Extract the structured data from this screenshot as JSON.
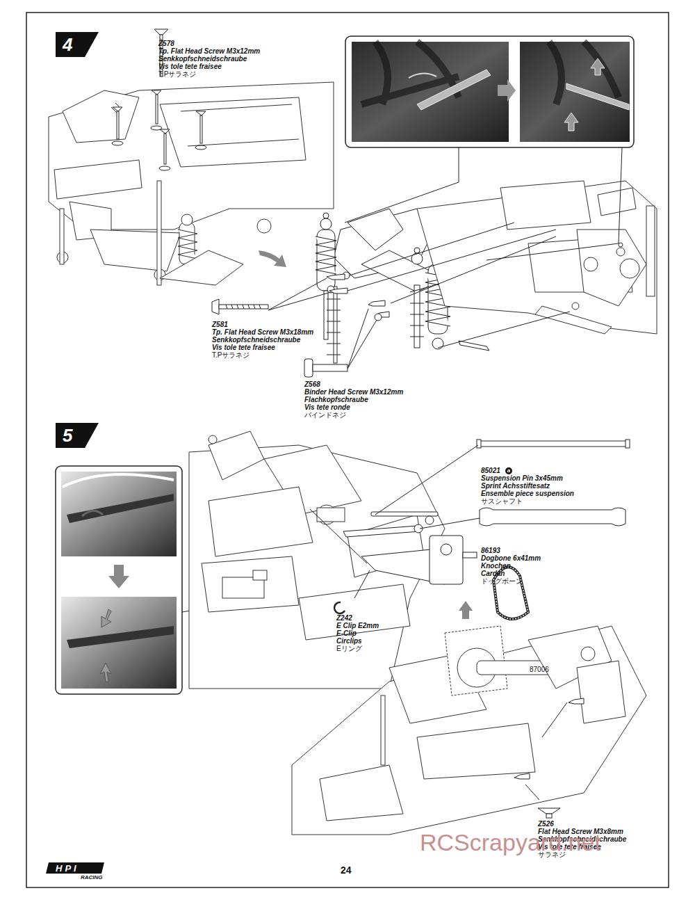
{
  "diagram": {
    "nodes": [
      {
        "text": [
          "4"
        ]
      },
      {
        "text": [
          "5"
        ]
      }
    ],
    "labels": [
      "Z578",
      "Tp. Flat Head Screw M3x12mm",
      "Senkkopfschneidschraube",
      "Vis tole tete fraisee",
      "T.Pサラネジ",
      "Z581",
      "Tp. Flat Head Screw M3x18mm",
      "Senkkopfschneidschraube",
      "Vis tole tete fraisee",
      "T.Pサラネジ",
      "Z568",
      "Binder Head Screw M3x12mm",
      "Flachkopfschraube",
      "Vis tete ronde",
      "バインドネジ",
      "85021",
      "a",
      "Suspension Pin 3x45mm",
      "Sprint Achsstiftesatz",
      "Ensemble piece suspension",
      "サスシャフト",
      "86193",
      "Dogbone 6x41mm",
      "Knochen",
      "Cardan",
      "ドッグボーン",
      "Z242",
      "E Clip E2mm",
      "E-Clip",
      "Circlips",
      "Eリング",
      "87006",
      "Z526",
      "Flat Head Screw M3x8mm",
      "Senkkopfschneidschraube",
      "Vis tole tete fraisee",
      "サラネジ",
      "HPI",
      "RACING",
      "24",
      "RCScrapyard.net"
    ]
  }
}
